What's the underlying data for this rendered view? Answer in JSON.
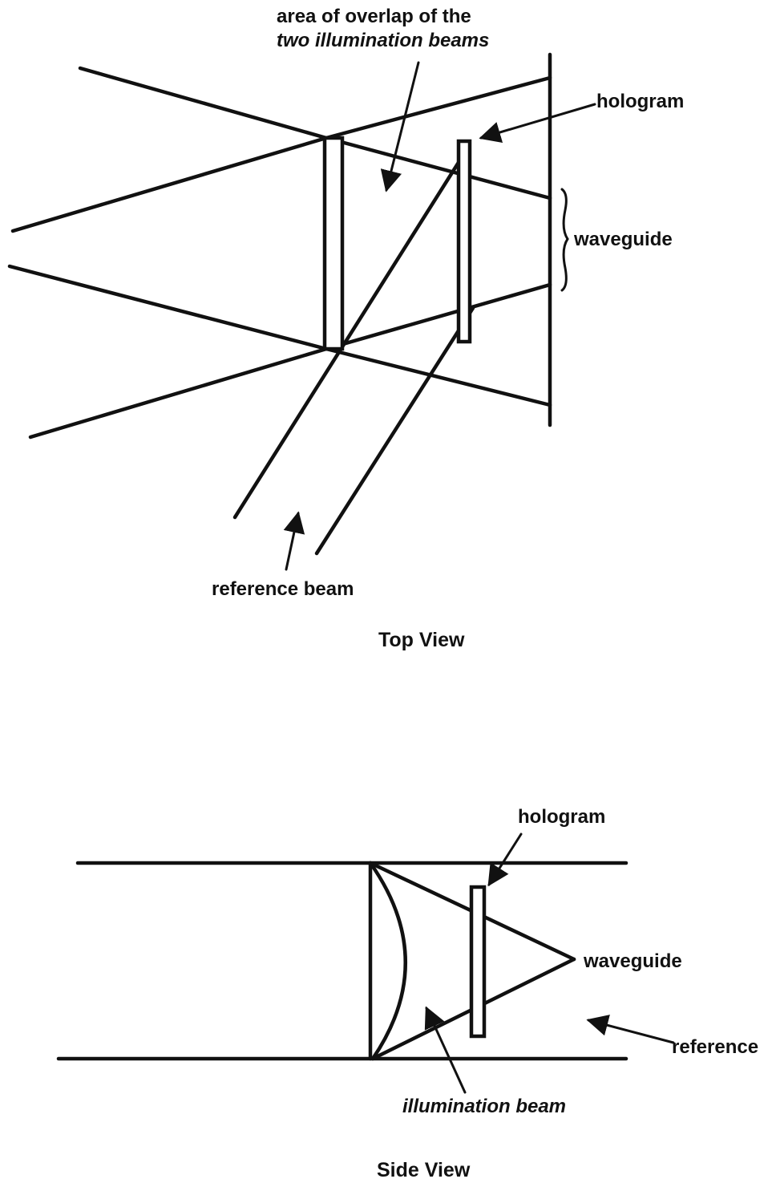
{
  "top_view": {
    "annotation_overlap_line1": "area of overlap of the",
    "annotation_overlap_line2": "two illumination beams",
    "label_hologram": "hologram",
    "label_waveguide": "waveguide",
    "label_reference_beam": "reference beam",
    "title": "Top View"
  },
  "side_view": {
    "label_hologram": "hologram",
    "label_waveguide": "waveguide",
    "label_reference": "reference",
    "label_illumination_beam": "illumination beam",
    "title": "Side View"
  },
  "colors": {
    "ink": "#111111",
    "background": "#ffffff"
  }
}
